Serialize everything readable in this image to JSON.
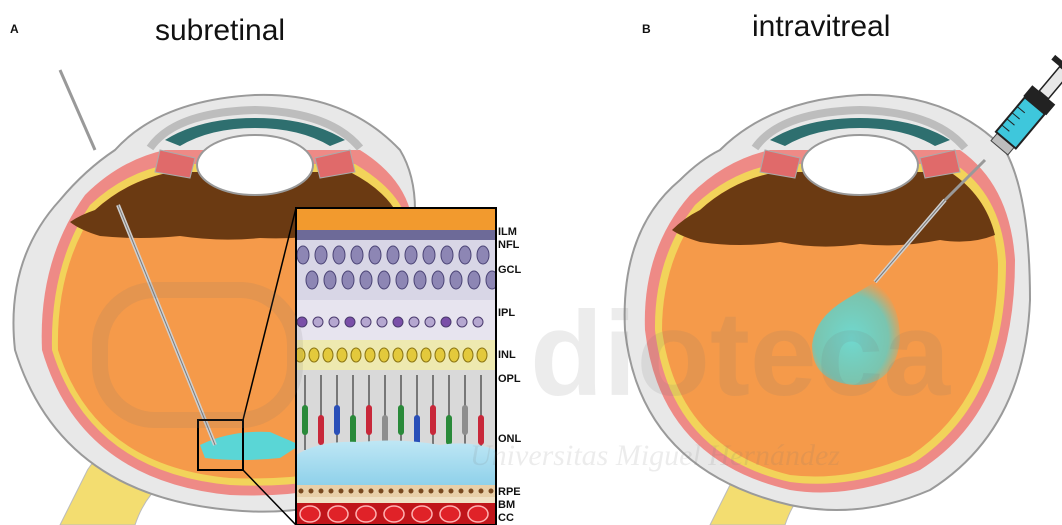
{
  "panels": [
    {
      "letter": "A",
      "title": "subretinal"
    },
    {
      "letter": "B",
      "title": "intravitreal"
    }
  ],
  "retina_layers": [
    "ILM",
    "NFL",
    "GCL",
    "IPL",
    "INL",
    "OPL",
    "ONL",
    "RPE",
    "BM",
    "CC"
  ],
  "watermark": {
    "text": "dioteca",
    "subtext": "Universitas Miguel Hernández"
  },
  "colors": {
    "vitreous": "#f59a4a",
    "retina_pink": "#ee8a86",
    "sclera": "#e6e6e6",
    "pigment_dark": "#6b3a12",
    "injection_cyan": "#5ad6d6",
    "optic_nerve": "#f3dd70",
    "rpe_red": "#c0151a"
  },
  "icons": [
    "syringe-icon",
    "needle-icon",
    "magnifier-box-icon"
  ]
}
